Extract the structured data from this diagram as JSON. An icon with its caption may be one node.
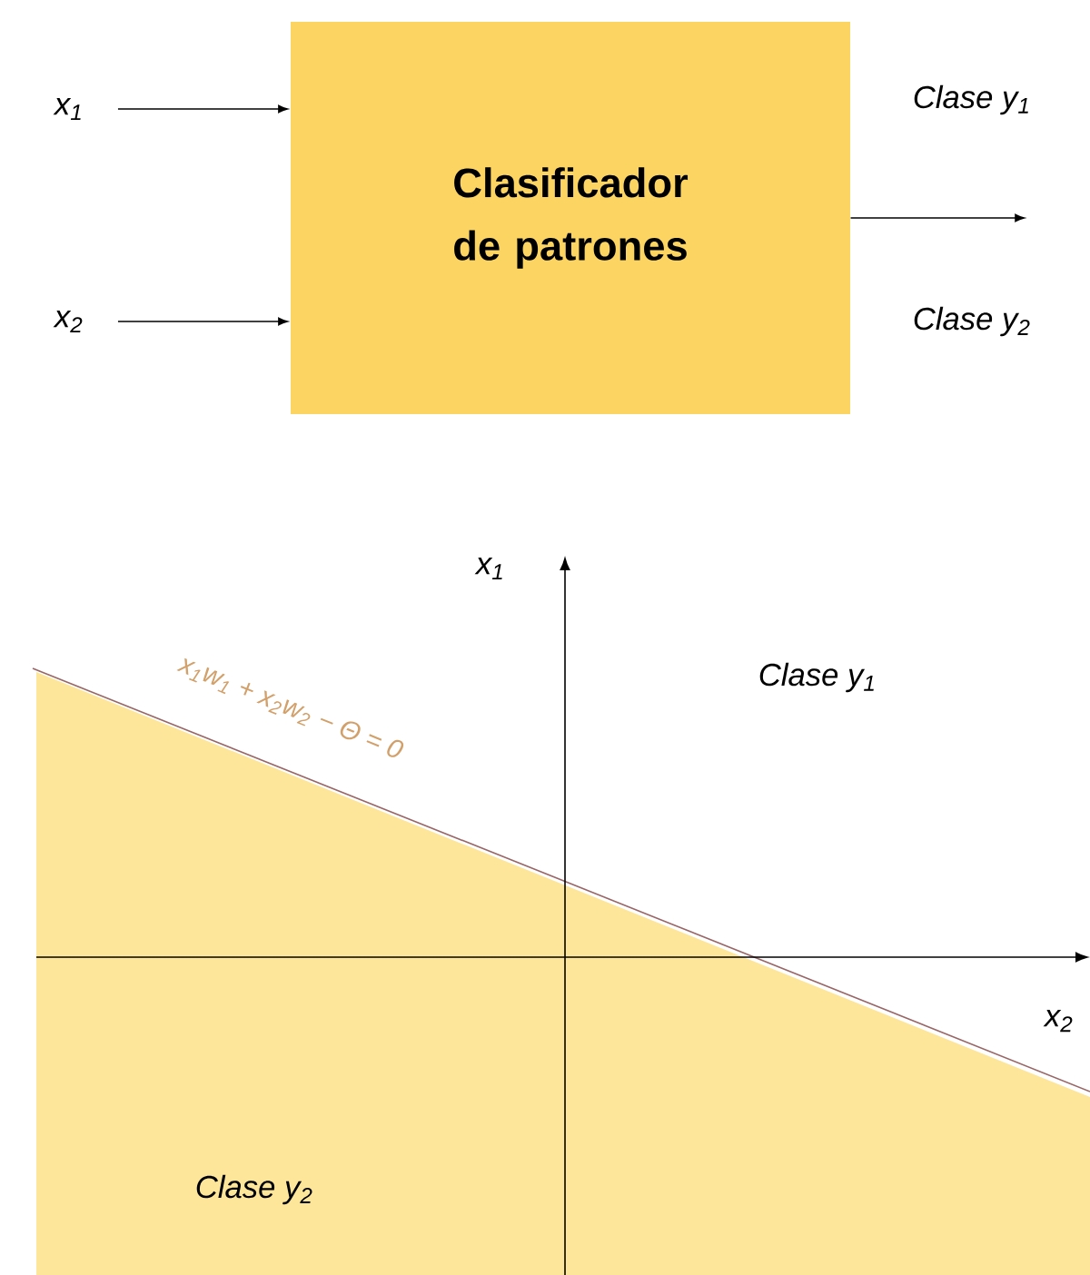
{
  "diagram": {
    "nodes": [
      {
        "text": [
          "*x*$_{1}$"
        ]
      },
      {
        "text": [
          "*x*$_{2}$"
        ]
      },
      {
        "text": [
          "Clasificador de patrones"
        ]
      }
    ],
    "edges": [
      {
        "from": 0,
        "to": 2,
        "arrow": "to"
      },
      {
        "from": 1,
        "to": 2,
        "arrow": "to"
      },
      {
        "from": 2,
        "to": null,
        "arrow": "to"
      }
    ],
    "labels": [
      "Clase y$_{1}$",
      "Clase y$_{2}$",
      "x$_{1}$",
      "x$_{1}$w$_{1}$ + x$_{2}$w$_{2}$ − Θ = 0",
      "Clase y$_{1}$",
      "x$_{2}$",
      "Clase y$_{2}$"
    ]
  }
}
